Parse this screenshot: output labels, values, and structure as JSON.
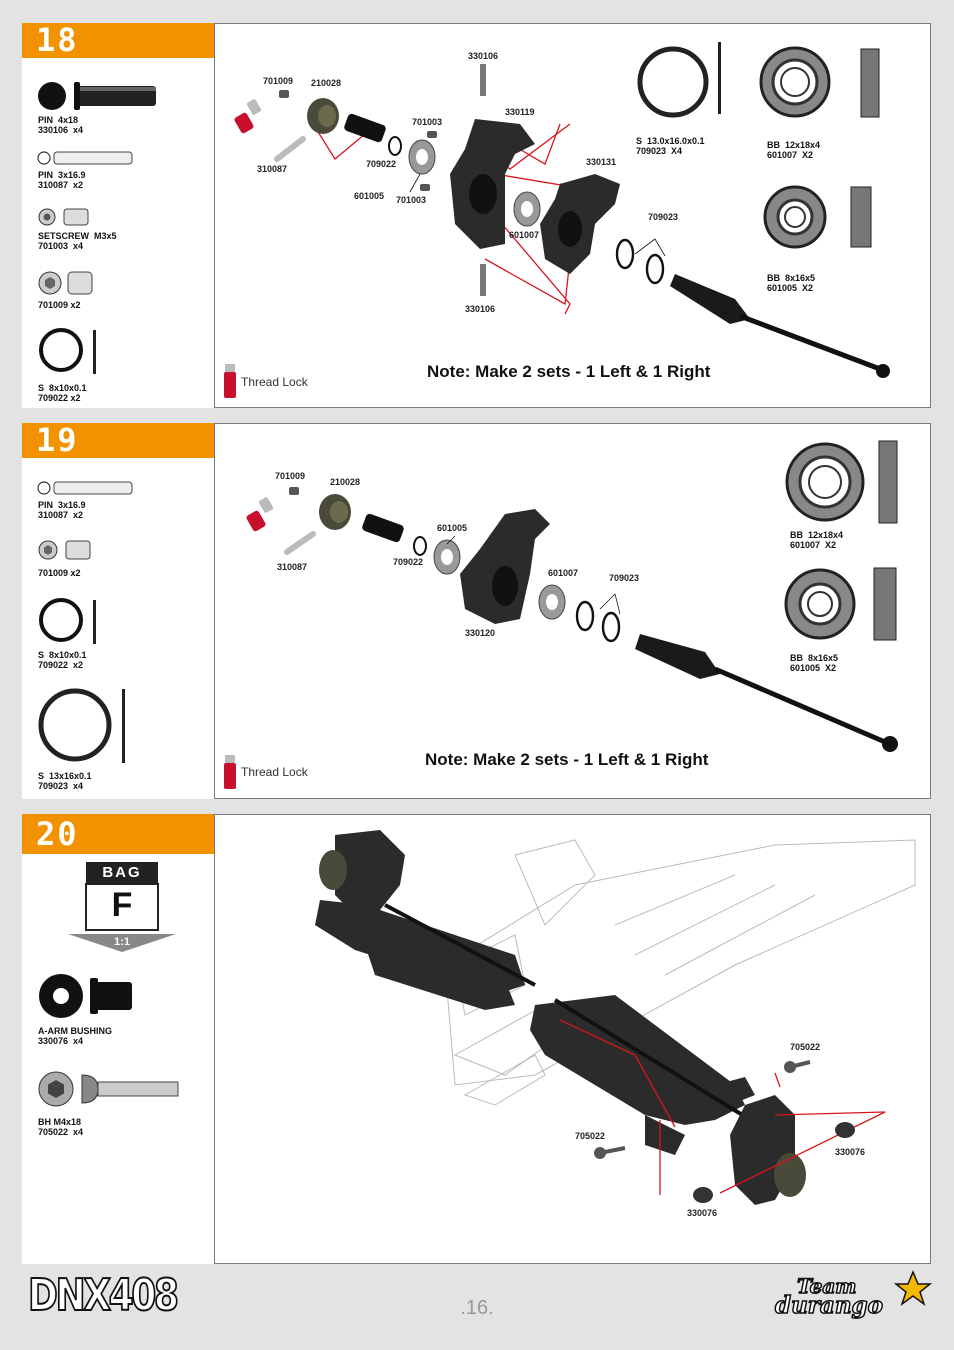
{
  "steps": [
    {
      "number": "18",
      "parts": [
        {
          "label": "PIN  4x18\n330106  x4",
          "icon": "pin-long-icon"
        },
        {
          "label": "PIN  3x16.9\n310087  x2",
          "icon": "pin-thin-icon"
        },
        {
          "label": "SETSCREW  M3x5\n701003  x4",
          "icon": "setscrew-icon"
        },
        {
          "label": "701009 x2",
          "icon": "setscrew-large-icon"
        },
        {
          "label": "S  8x10x0.1\n709022 x2",
          "icon": "shim-icon"
        }
      ],
      "callouts": [
        "330106",
        "701009",
        "210028",
        "330119",
        "701003",
        "709022",
        "310087",
        "601005",
        "701003",
        "330131",
        "601007",
        "709023",
        "330106"
      ],
      "bearings": [
        {
          "label": "S  13.0x16.0x0.1\n709023  X4"
        },
        {
          "label": "BB  12x18x4\n601007  X2"
        },
        {
          "label": "BB  8x16x5\n601005  X2"
        }
      ],
      "note": "Note: Make 2 sets - 1 Left & 1 Right",
      "threadlock": "Thread Lock"
    },
    {
      "number": "19",
      "parts": [
        {
          "label": "PIN  3x16.9\n310087  x2",
          "icon": "pin-thin-icon"
        },
        {
          "label": "701009 x2",
          "icon": "setscrew-icon"
        },
        {
          "label": "S  8x10x0.1\n709022  x2",
          "icon": "shim-icon"
        },
        {
          "label": "S  13x16x0.1\n709023  x4",
          "icon": "shim-large-icon"
        }
      ],
      "callouts": [
        "701009",
        "210028",
        "310087",
        "709022",
        "601005",
        "601007",
        "709023",
        "330120"
      ],
      "bearings": [
        {
          "label": "BB  12x18x4\n601007  X2"
        },
        {
          "label": "BB  8x16x5\n601005  X2"
        }
      ],
      "note": "Note: Make 2 sets - 1 Left & 1 Right",
      "threadlock": "Thread Lock"
    },
    {
      "number": "20",
      "bag": {
        "title": "BAG",
        "letter": "F",
        "scale": "1:1"
      },
      "parts": [
        {
          "label": "A-ARM BUSHING\n330076  x4",
          "icon": "bushing-icon"
        },
        {
          "label": "BH M4x18\n705022  x4",
          "icon": "button-head-screw-icon"
        }
      ],
      "callouts": [
        "705022",
        "705022",
        "330076",
        "330076"
      ]
    }
  ],
  "footer": {
    "model": "DNX408",
    "page": ".16.",
    "brand_line1": "Team",
    "brand_line2": "durango"
  },
  "colors": {
    "accent": "#f39200",
    "callout_line": "#d7141e",
    "threadlock_red": "#c8102e"
  }
}
